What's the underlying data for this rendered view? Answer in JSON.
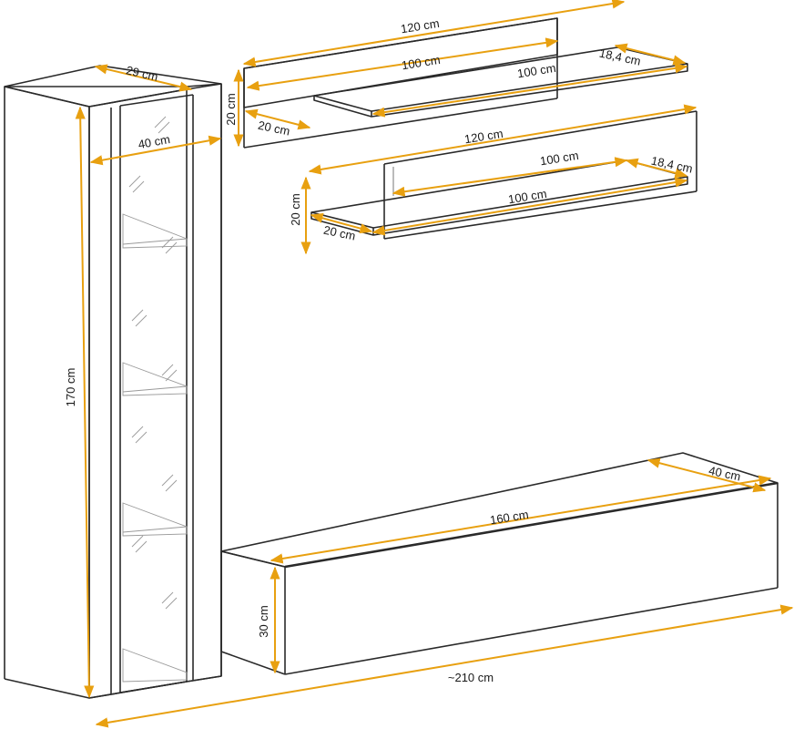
{
  "colors": {
    "outline": "#2a2a2a",
    "dimension_line": "#e8a010",
    "background": "#ffffff"
  },
  "dimensions": {
    "cabinet_height": "170 cm",
    "cabinet_depth": "29 cm",
    "cabinet_width": "40 cm",
    "shelf1_back_length": "120 cm",
    "shelf1_top_length": "100 cm",
    "shelf1_board_length": "100 cm",
    "shelf1_board_depth": "18,4 cm",
    "shelf1_height": "20 cm",
    "shelf1_depth": "20 cm",
    "shelf2_back_length": "120 cm",
    "shelf2_top_length": "100 cm",
    "shelf2_board_length": "100 cm",
    "shelf2_board_depth": "18,4 cm",
    "shelf2_height": "20 cm",
    "shelf2_depth": "20 cm",
    "tv_unit_length": "160 cm",
    "tv_unit_depth": "40 cm",
    "tv_unit_height": "30 cm",
    "total_width": "~210 cm"
  }
}
